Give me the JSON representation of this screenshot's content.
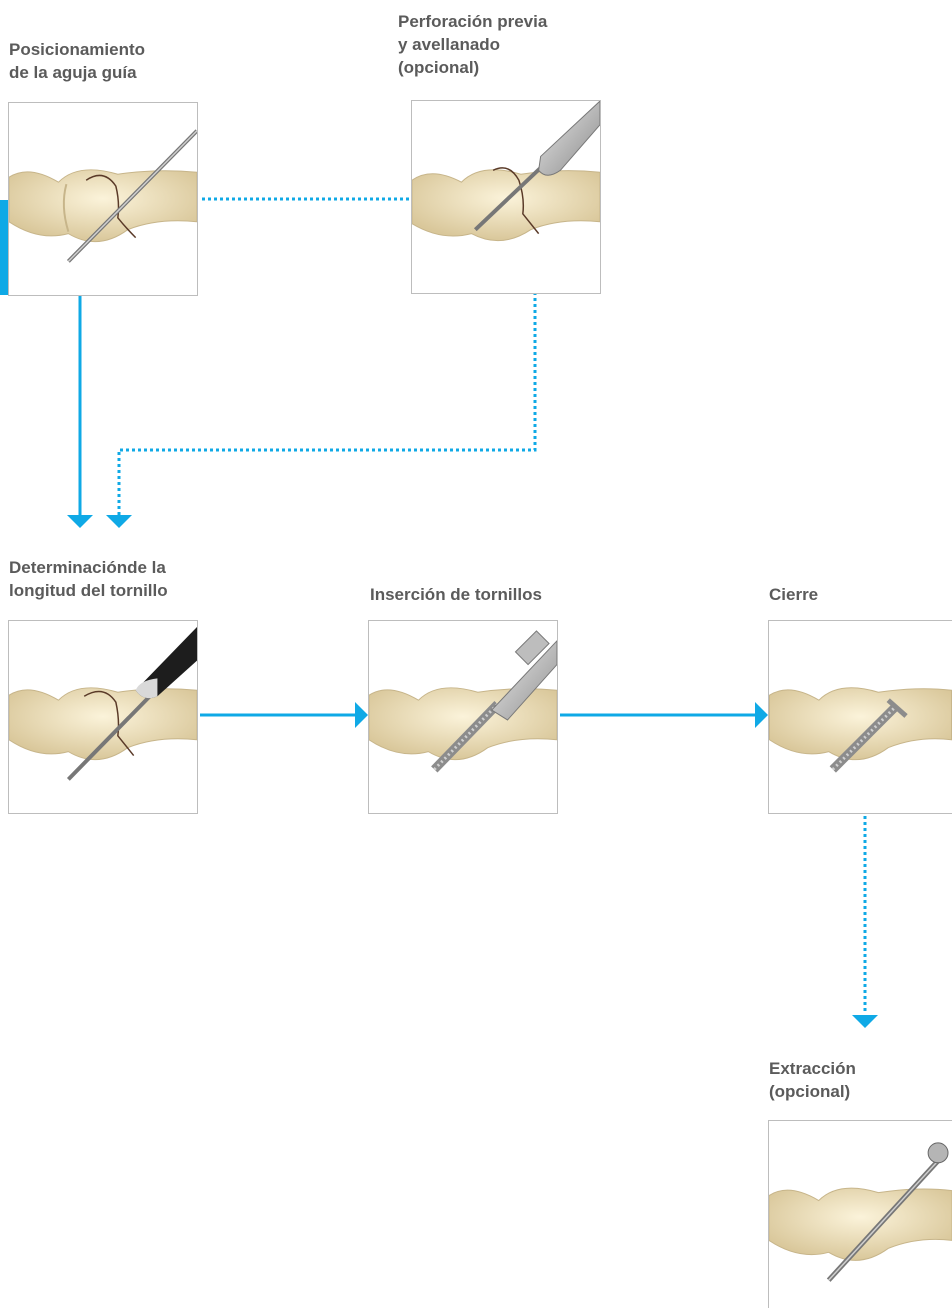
{
  "colors": {
    "accent": "#0fa9e6",
    "text": "#5b5b5b",
    "border": "#bdbdbd",
    "bone": "#efe3c0"
  },
  "steps": [
    {
      "id": "guide",
      "label": "Posicionamiento\nde la aguja guía",
      "image": "bone-guide-wire"
    },
    {
      "id": "predrill",
      "label": "Perforación previa\ny avellanado\n(opcional)",
      "image": "bone-predrill-countersink"
    },
    {
      "id": "measure",
      "label": "Determinaciónde la\nlongitud del tornillo",
      "image": "bone-depth-gauge"
    },
    {
      "id": "insert",
      "label": "Inserción de tornillos",
      "image": "bone-screw-insertion"
    },
    {
      "id": "closure",
      "label": "Cierre",
      "image": "bone-closure"
    },
    {
      "id": "removal",
      "label": "Extracción\n(opcional)",
      "image": "bone-screw-removal"
    }
  ],
  "connections": [
    {
      "from": "guide",
      "to": "predrill",
      "style": "dotted",
      "arrow": false
    },
    {
      "from": "guide",
      "to": "measure",
      "style": "solid",
      "arrow": true
    },
    {
      "from": "predrill",
      "to": "measure",
      "style": "dotted",
      "arrow": true
    },
    {
      "from": "measure",
      "to": "insert",
      "style": "solid",
      "arrow": true
    },
    {
      "from": "insert",
      "to": "closure",
      "style": "solid",
      "arrow": true
    },
    {
      "from": "closure",
      "to": "removal",
      "style": "dotted",
      "arrow": true
    }
  ]
}
